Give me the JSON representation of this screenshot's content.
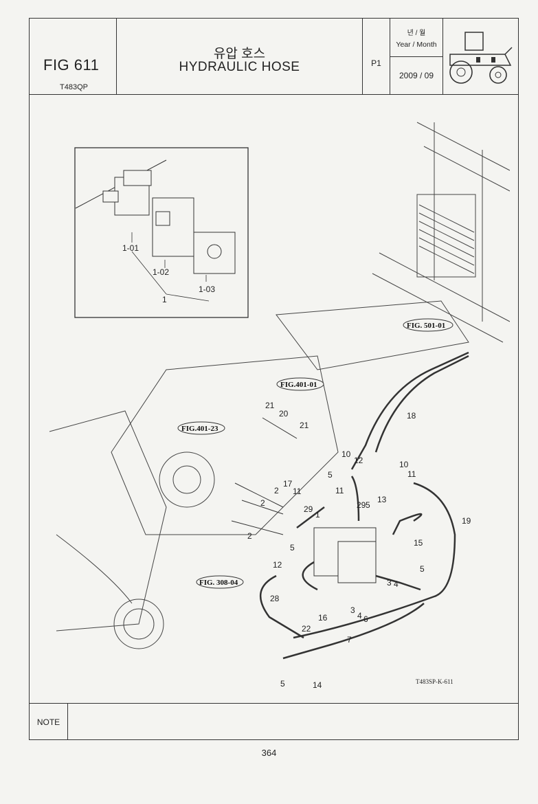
{
  "header": {
    "fig_no": "FIG 611",
    "model": "T483QP",
    "title_ko": "유압 호스",
    "title_en": "HYDRAULIC HOSE",
    "page_code": "P1",
    "year_month_ko": "년 / 월",
    "year_month_en": "Year / Month",
    "date": "2009 / 09"
  },
  "figure_refs": [
    "FIG. 501-01",
    "FIG.401-01",
    "FIG.401-23",
    "FIG. 308-04"
  ],
  "inset_labels": [
    "1-01",
    "1-02",
    "1",
    "1-03"
  ],
  "part_labels": [
    "21",
    "20",
    "21",
    "10",
    "12",
    "5",
    "17",
    "11",
    "11",
    "2",
    "2",
    "2",
    "29",
    "1",
    "29",
    "5",
    "13",
    "10",
    "11",
    "18",
    "19",
    "15",
    "5",
    "12",
    "16",
    "3",
    "4",
    "3",
    "4",
    "5",
    "6",
    "28",
    "22",
    "7",
    "5",
    "14"
  ],
  "drawing_code": "T483SP-K-611",
  "note_label": "NOTE",
  "page_number": "364"
}
